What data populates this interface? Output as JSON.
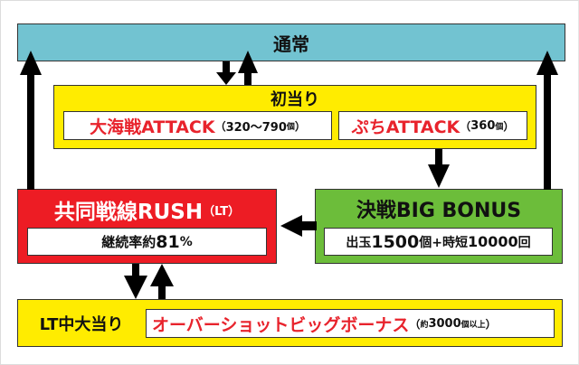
{
  "normal": {
    "label": "通常",
    "color": "#72c3d1"
  },
  "first_hit": {
    "title": "初当り",
    "color": "#ffec00",
    "options": [
      {
        "name": "大海戦ATTACK",
        "detail_open": "（",
        "detail": "320〜790",
        "unit": "個",
        "detail_close": "）"
      },
      {
        "name": "ぷちATTACK",
        "detail_open": "（",
        "detail": "360",
        "unit": "個",
        "detail_close": "）"
      }
    ]
  },
  "rush": {
    "title": "共同戦線RUSH",
    "suffix": "（LT）",
    "color": "#ed1c24",
    "detail_prefix": "継続率約",
    "detail_value": "81",
    "detail_unit": "%"
  },
  "big_bonus": {
    "title": "決戦BIG BONUS",
    "color": "#6cbd3a",
    "detail_a": "出玉",
    "detail_b": "1500",
    "detail_c": "個+時短",
    "detail_d": "10000",
    "detail_e": "回"
  },
  "lt_hit": {
    "label": "LT中大当り",
    "color": "#ffec00",
    "bonus_name": "オーバーショットビッグボーナス",
    "detail_open": "（",
    "detail_prefix": "約",
    "detail_value": "3000",
    "detail_unit": "個以上",
    "detail_close": "）"
  }
}
